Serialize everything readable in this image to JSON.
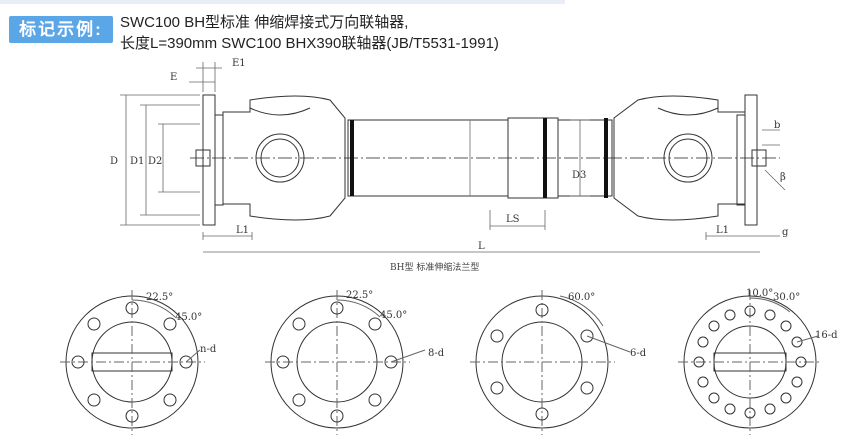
{
  "header": {
    "badge": "标记示例:",
    "line1": "SWC100 BH型标准 伸缩焊接式万向联轴器,",
    "line2": "长度L=390mm SWC100 BHX390联轴器(JB/T5531-1991)"
  },
  "drawing": {
    "labels": {
      "E": "E",
      "E1": "E1",
      "D": "D",
      "D1": "D1",
      "D2": "D2",
      "D3": "D3",
      "L1_left": "L1",
      "L1_right": "L1",
      "LS": "LS",
      "L": "L",
      "g": "g",
      "b": "b",
      "beta": "β",
      "caption": "BH型 标准伸缩法兰型"
    }
  },
  "flanges": [
    {
      "angle1": "22.5°",
      "angle2": "45.0°",
      "holes": "n-d"
    },
    {
      "angle1": "22.5°",
      "angle2": "45.0°",
      "holes": "8-d"
    },
    {
      "angle1": "60.0°",
      "holes": "6-d"
    },
    {
      "angle1": "10.0°",
      "angle2": "30.0°",
      "holes": "16-d"
    }
  ],
  "colors": {
    "badge": "#5aa6e6",
    "line": "#333333",
    "bands": "#111111"
  }
}
